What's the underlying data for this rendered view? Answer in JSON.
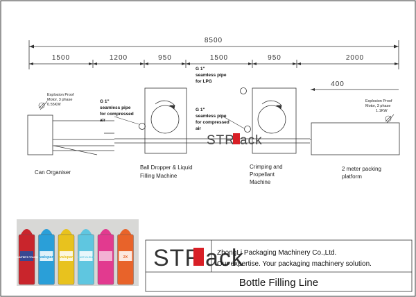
{
  "dimensions": {
    "total": "8500",
    "segments": [
      "1500",
      "1200",
      "950",
      "1500",
      "950",
      "2000"
    ],
    "offset": "400"
  },
  "motors": {
    "left": {
      "line1": "Explosion Proof",
      "line2": "Motor, 3 phase",
      "line3": "0.55KW"
    },
    "right": {
      "line1": "Explosion Proof",
      "line2": "Motor, 3 phase",
      "line3": "1.1KW"
    }
  },
  "pipes": {
    "air1": {
      "line1": "G 1\"",
      "line2": "seamless pipe",
      "line3": "for compressed",
      "line4": "air"
    },
    "lpg": {
      "line1": "G 1\"",
      "line2": "seamless pipe",
      "line3": "for LPG"
    },
    "air2": {
      "line1": "G 1\"",
      "line2": "seamless pipe",
      "line3": "for compressed",
      "line4": "air"
    }
  },
  "machines": {
    "can_organiser": "Can Organiser",
    "ball_dropper": {
      "line1": "Ball Dropper & Liquid",
      "line2": "Filling Machine"
    },
    "crimping": {
      "line1": "Crimping and",
      "line2": "Propellant",
      "line3": "Machine"
    },
    "platform": {
      "line1": "2 meter packing",
      "line2": "platform"
    }
  },
  "watermark": {
    "part1": "STR",
    "part2": "ack"
  },
  "logo": {
    "part1": "STR",
    "part2": "ack"
  },
  "company": {
    "name": "ZhongLi Packaging Machinery Co.,Ltd.",
    "slogan": "Our expertise. Your packaging machinery solution."
  },
  "footer_title": "Bottle Filling Line",
  "photo": {
    "cans": [
      {
        "label": "PAINTER'S TOUCH",
        "color": "#c9252c",
        "accent": "#1f4fa3"
      },
      {
        "label": "valspar",
        "color": "#2a9fd8",
        "accent": "#ffffff"
      },
      {
        "label": "valspar",
        "color": "#e8c21e",
        "accent": "#ffffff"
      },
      {
        "label": "RUST-OLEUM",
        "color": "#5fc6e0",
        "accent": "#ffffff"
      },
      {
        "label": "",
        "color": "#e23a8f",
        "accent": "#f6c7df"
      },
      {
        "label": "2X",
        "color": "#e8632a",
        "accent": "#ffffff"
      }
    ]
  },
  "colors": {
    "logo_red": "#d81f26",
    "line": "#333333"
  }
}
